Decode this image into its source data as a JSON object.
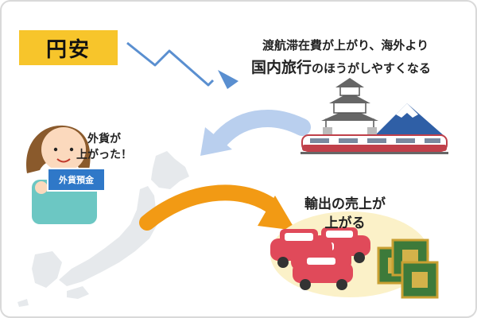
{
  "title": "円安",
  "travel": {
    "line1": "渡航滞在費が上がり、海外より",
    "line2_main": "国内旅行",
    "line2_rest": "のほうがしやすくなる"
  },
  "person": {
    "speech_line1": "外貨が",
    "speech_line2": "上がった！",
    "sign": "外貨預金"
  },
  "export": {
    "line1": "輸出の売上が",
    "line2": "上がる"
  },
  "colors": {
    "badge": "#f7c52b",
    "blue_arrow": "#5a8fd0",
    "orange_arrow": "#f29a14",
    "map": "#e6e9ec",
    "car": "#e04a5a",
    "export_bg": "#fbf1c8",
    "train": "#c0404a",
    "sign": "#2f78c8"
  }
}
